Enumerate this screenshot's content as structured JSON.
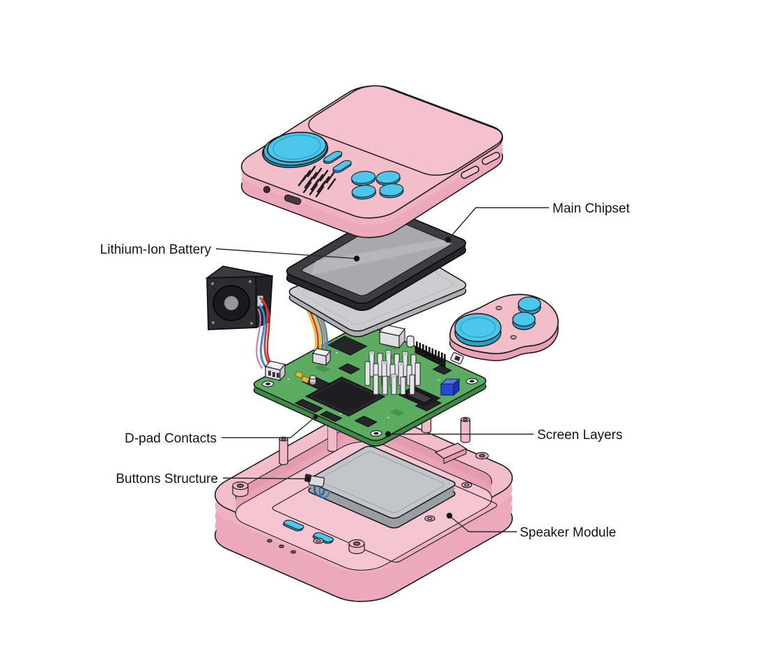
{
  "diagram": {
    "type": "exploded-view",
    "subject": "handheld game console teardown",
    "callouts": [
      {
        "id": "main-chipset",
        "label": "Main Chipset",
        "side": "right"
      },
      {
        "id": "lithium-ion-battery",
        "label": "Lithium-Ion Battery",
        "side": "left"
      },
      {
        "id": "dpad-contacts",
        "label": "D-pad Contacts",
        "side": "left"
      },
      {
        "id": "buttons-structure",
        "label": "Buttons Structure",
        "side": "left"
      },
      {
        "id": "screen-layers",
        "label": "Screen Layers",
        "side": "right"
      },
      {
        "id": "speaker-module",
        "label": "Speaker Module",
        "side": "right"
      }
    ],
    "parts": [
      "top-shell",
      "screen-bezel-layer",
      "screen-backlight-layer",
      "speaker-box",
      "display-ribbon-cable",
      "main-pcb",
      "dpad-button-plate",
      "battery",
      "bottom-shell"
    ],
    "colors": {
      "background": "#ffffff",
      "shell_pink": "#F4BDCA",
      "shell_pink_shade": "#ECA9BB",
      "shell_floor_pink": "#F5C6D2",
      "accent_blue": "#4BC7EB",
      "accent_blue_shade": "#2B9FC4",
      "pcb_green": "#5BAB61",
      "pcb_green_shade": "#3F8A46",
      "bezel_dark": "#3C3C42",
      "screen_gray": "#A8A8AD",
      "layer_gray": "#CCCCD0",
      "battery_gray": "#C2C5C9",
      "speaker_black": "#2C2C31",
      "outline": "#1C1C1E",
      "label_text": "#141414",
      "leader_line": "#2B2B2B",
      "wire_red": "#D23B3B",
      "wire_blue": "#2F8FD6",
      "wire_yellow": "#E8C531",
      "wire_orange": "#E07A2E"
    }
  }
}
